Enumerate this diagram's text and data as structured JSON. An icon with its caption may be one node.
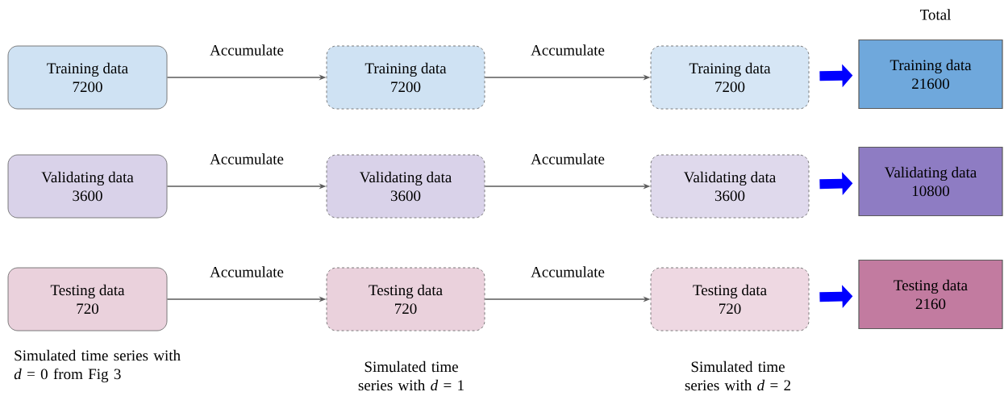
{
  "diagram": {
    "nodes": [
      {
        "text": [
          "Training data",
          "7200"
        ]
      },
      {
        "text": [
          "Training data",
          "7200"
        ]
      },
      {
        "text": [
          "Training data",
          "7200"
        ]
      },
      {
        "text": [
          "Training data",
          "21600"
        ]
      },
      {
        "text": [
          "Validating data",
          "3600"
        ]
      },
      {
        "text": [
          "Validating data",
          "3600"
        ]
      },
      {
        "text": [
          "Validating data",
          "3600"
        ]
      },
      {
        "text": [
          "Validating data",
          "10800"
        ]
      },
      {
        "text": [
          "Testing data",
          "720"
        ]
      },
      {
        "text": [
          "Testing data",
          "720"
        ]
      },
      {
        "text": [
          "Testing data",
          "720"
        ]
      },
      {
        "text": [
          "Testing data",
          "2160"
        ]
      }
    ],
    "edges": [
      {
        "from": 0,
        "to": 1,
        "arrow": "to",
        "label": "Accumulate"
      },
      {
        "from": 1,
        "to": 2,
        "arrow": "to",
        "label": "Accumulate"
      },
      {
        "from": 2,
        "to": 3,
        "arrow": "to",
        "style": "thick",
        "color": "#0000ff"
      },
      {
        "from": 4,
        "to": 5,
        "arrow": "to",
        "label": "Accumulate"
      },
      {
        "from": 5,
        "to": 6,
        "arrow": "to",
        "label": "Accumulate"
      },
      {
        "from": 6,
        "to": 7,
        "arrow": "to",
        "style": "thick",
        "color": "#0000ff"
      },
      {
        "from": 8,
        "to": 9,
        "arrow": "to",
        "label": "Accumulate"
      },
      {
        "from": 9,
        "to": 10,
        "arrow": "to",
        "label": "Accumulate"
      },
      {
        "from": 10,
        "to": 11,
        "arrow": "to",
        "style": "thick",
        "color": "#0000ff"
      }
    ],
    "labels": [
      "Total",
      "Simulated time series with *d* = 0 from Fig 3",
      "Simulated time series with *d* = 1",
      "Simulated time series with *d* = 2"
    ]
  }
}
